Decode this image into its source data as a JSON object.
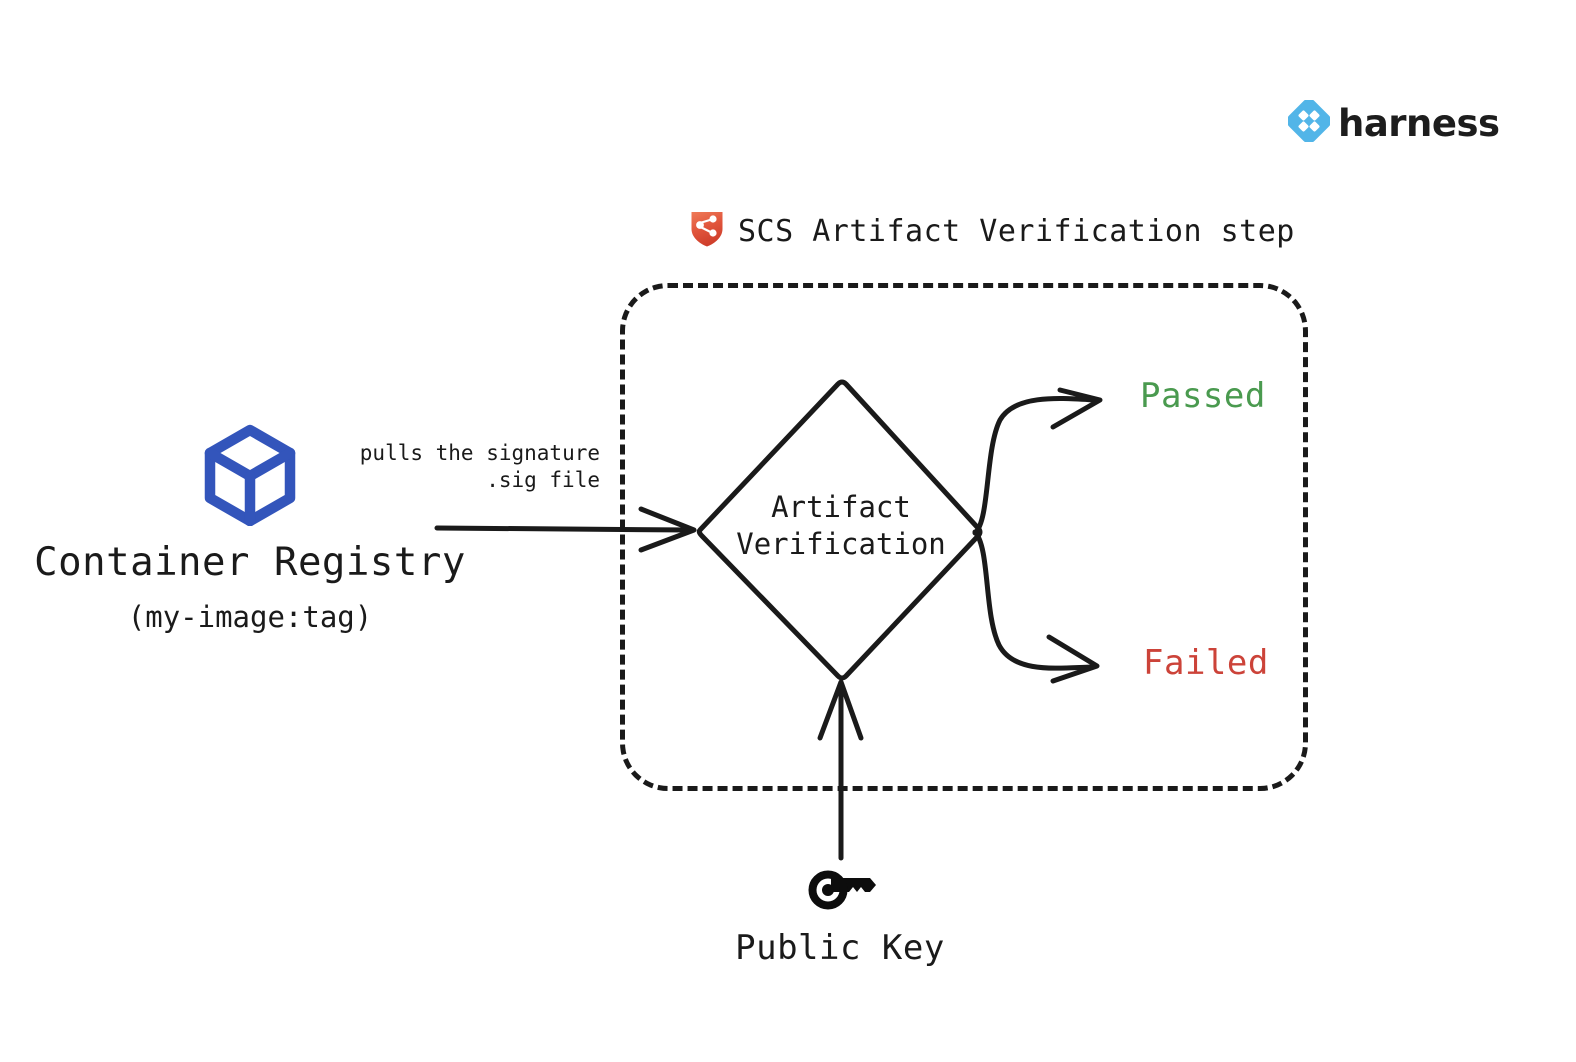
{
  "brand": {
    "logo_icon": "harness-diamond-icon",
    "wordmark": "harness",
    "logo_color": "#52b5e8",
    "wordmark_color": "#1d1d1d"
  },
  "diagram": {
    "title": "SCS Artifact Verification step",
    "title_icon": "shield-supply-chain-icon",
    "title_icon_color": "#e0543b",
    "nodes": {
      "registry": {
        "icon": "container-cube-icon",
        "icon_color": "#3355bb",
        "label": "Container Registry",
        "sublabel": "(my-image:tag)"
      },
      "decision": {
        "label_line1": "Artifact",
        "label_line2": "Verification",
        "shape": "diamond"
      },
      "public_key": {
        "icon": "key-icon",
        "icon_color": "#0d0d0d",
        "label": "Public Key"
      }
    },
    "edges": {
      "registry_to_decision": {
        "label_line1": "pulls the signature",
        "label_line2": ".sig file"
      }
    },
    "outcomes": [
      {
        "label": "Passed",
        "color": "#4a9a4f"
      },
      {
        "label": "Failed",
        "color": "#cc4339"
      }
    ]
  }
}
